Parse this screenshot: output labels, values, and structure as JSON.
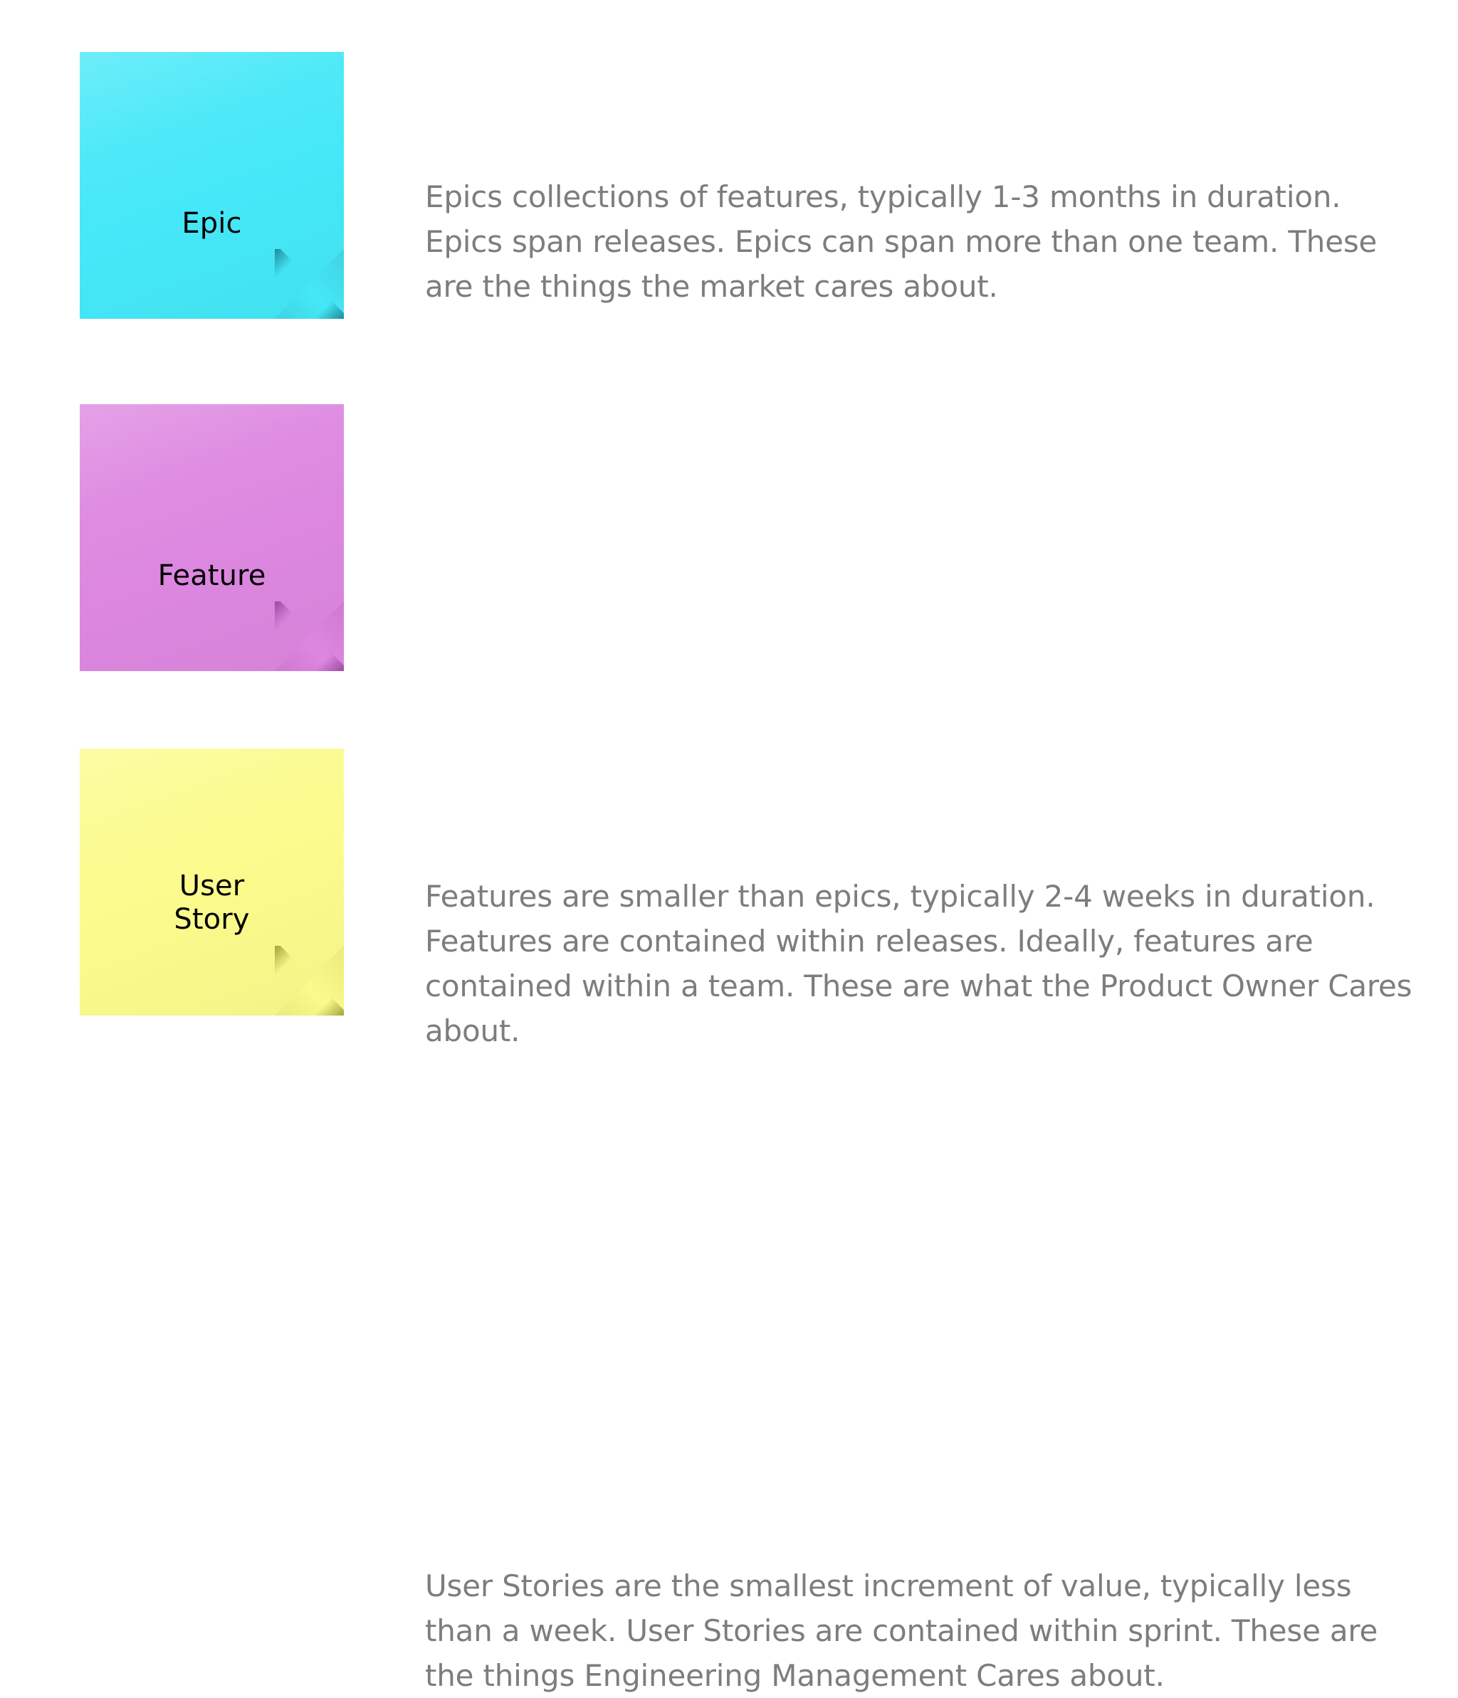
{
  "page": {
    "background_color": "#ffffff",
    "title": "Agile backlog hierarchy: Epic, Feature, User Story"
  },
  "text_color": "#7d7d7d",
  "items": [
    {
      "id": "epic",
      "note_label": "Epic",
      "note_color": "#45e8f8",
      "note_curl_color": "#3fd3e0",
      "note_crease_color": "#1f8a9b",
      "description": "Epics collections of features, typically 1-3 months in duration. Epics span releases.  Epics can span more than one team.  These are the things the market cares about."
    },
    {
      "id": "feature",
      "note_label": "Feature",
      "note_color": "#dd87e0",
      "note_curl_color": "#cf78d2",
      "note_crease_color": "#9c4aa1",
      "description": "Features are smaller than epics, typically 2-4 weeks in duration. Features are contained within releases.  Ideally, features are contained within a team.  These are what the Product Owner Cares about."
    },
    {
      "id": "user-story",
      "note_label": "User\nStory",
      "note_color": "#fbfb8c",
      "note_curl_color": "#eaea7a",
      "note_crease_color": "#a3a33c",
      "description": "User Stories are the smallest increment of value, typically less than a week.  User Stories are contained within sprint.  These are the things Engineering Management Cares about."
    }
  ]
}
